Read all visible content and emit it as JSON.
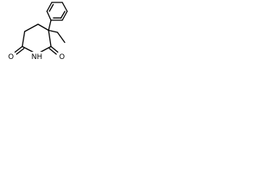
{
  "molecule": {
    "atoms": {
      "o_left": "O",
      "nh": "NH",
      "o_right": "O"
    }
  },
  "colors": {
    "bond": "#000000",
    "background": "#ffffff"
  }
}
